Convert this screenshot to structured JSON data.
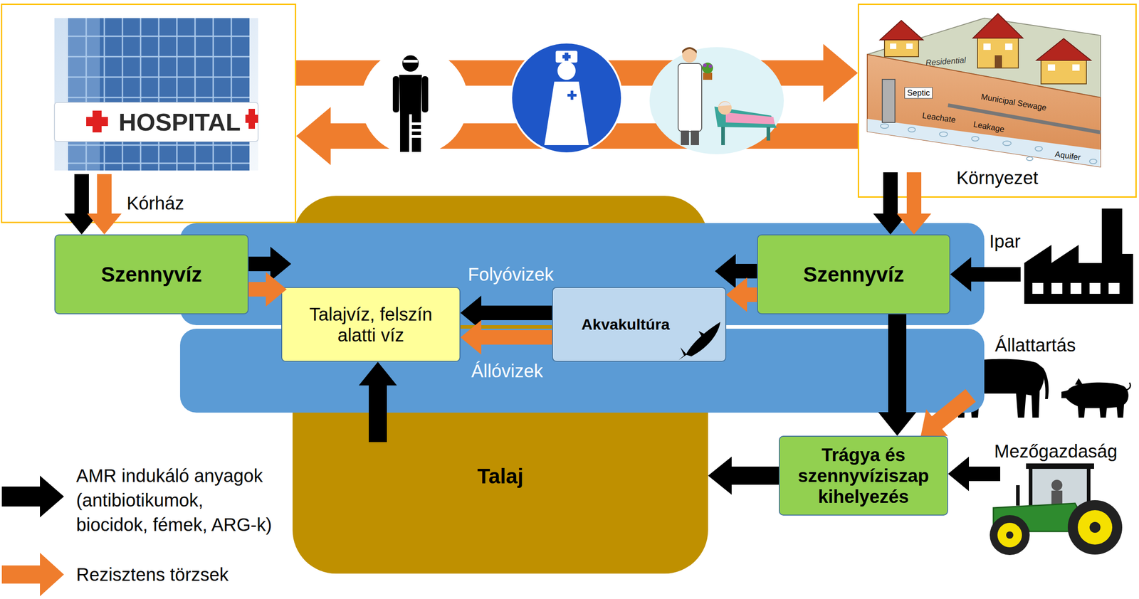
{
  "diagram": {
    "nodes": [
      {
        "text": [
          "Kórház"
        ]
      },
      {
        "text": [
          "Környezet"
        ]
      },
      {
        "text": [
          "Szennyvíz"
        ]
      },
      {
        "text": [
          "Folyóvizek"
        ]
      },
      {
        "text": [
          "Szennyvíz"
        ]
      },
      {
        "text": [
          "Ipar"
        ]
      },
      {
        "text": [
          "Talajvíz, felszín alatti víz"
        ]
      },
      {
        "text": [
          "Akvakultúra"
        ]
      },
      {
        "text": [
          "Állóvizek"
        ]
      },
      {
        "text": [
          "Állattartás"
        ]
      },
      {
        "text": [
          "Mezőgazdaság"
        ]
      },
      {
        "text": [
          "Trágya és szennyvíziszap kihelyezés"
        ]
      },
      {
        "text": [
          "Talaj"
        ]
      }
    ],
    "edges": [
      {
        "from": 0,
        "to": 1,
        "arrow": "to"
      },
      {
        "from": 1,
        "to": 0,
        "arrow": "to"
      },
      {
        "from": 0,
        "to": 2,
        "arrow": "to"
      },
      {
        "from": 0,
        "to": 2,
        "arrow": "to"
      },
      {
        "from": 1,
        "to": 4,
        "arrow": "to"
      },
      {
        "from": 1,
        "to": 4,
        "arrow": "to"
      },
      {
        "from": 5,
        "to": 4,
        "arrow": "to"
      },
      {
        "from": 2,
        "to": 3,
        "arrow": "to"
      },
      {
        "from": 2,
        "to": 3,
        "arrow": "to"
      },
      {
        "from": 4,
        "to": 3,
        "arrow": "to"
      },
      {
        "from": 4,
        "to": 7,
        "arrow": "to"
      },
      {
        "from": 7,
        "to": 6,
        "arrow": "to"
      },
      {
        "from": 7,
        "to": 6,
        "arrow": "to"
      },
      {
        "from": 12,
        "to": 6,
        "arrow": "to"
      },
      {
        "from": 4,
        "to": 11,
        "arrow": "to"
      },
      {
        "from": 9,
        "to": 11,
        "arrow": "to"
      },
      {
        "from": 10,
        "to": 11,
        "arrow": "to"
      },
      {
        "from": 11,
        "to": 12,
        "arrow": "to"
      }
    ],
    "labels": [
      "HOSPITAL",
      "Residential",
      "Septic",
      "Municipal Sewage",
      "Leakage",
      "Leachate",
      "Aquifer"
    ],
    "legend": [
      {
        "text": "AMR indukáló anyagok (antibiotikumok, biocidok, fémek, ARG-k)"
      },
      {
        "text": "Rezisztens törzsek"
      }
    ]
  }
}
